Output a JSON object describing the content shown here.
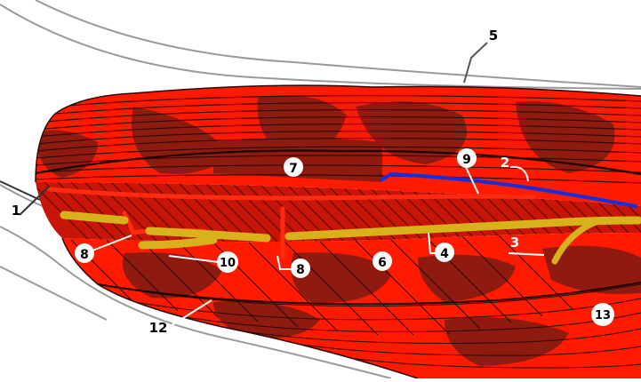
{
  "diagram": {
    "colors": {
      "background": "#ffffff",
      "muscle_bright": "#ff1a00",
      "muscle_dark": "#8e1a10",
      "muscle_mid": "#c81508",
      "fiber_line": "#2a0906",
      "nerve": "#d8b21a",
      "vein": "#1030e0",
      "skin_outline": "#9a9a9a",
      "leader_dark": "#333333",
      "leader_light": "#ffffff",
      "label_badge": "#ffffff",
      "label_text": "#000000"
    },
    "labels": {
      "l1": "1",
      "l2": "2",
      "l3": "3",
      "l4": "4",
      "l5": "5",
      "l6": "6",
      "l7": "7",
      "l8a": "8",
      "l8b": "8",
      "l9": "9",
      "l10": "10",
      "l12": "12",
      "l13": "13"
    }
  }
}
